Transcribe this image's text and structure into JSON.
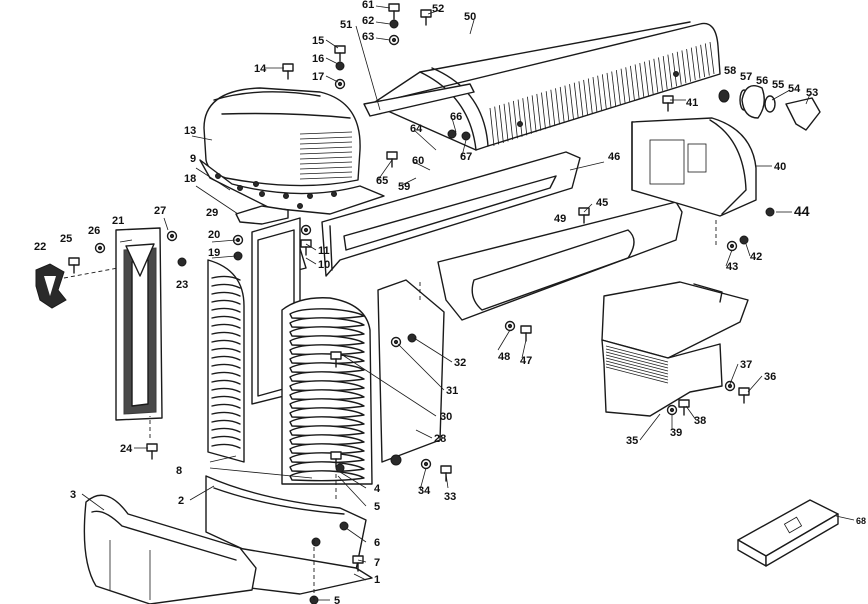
{
  "callouts": [
    {
      "id": "c1",
      "text": "1"
    },
    {
      "id": "c2",
      "text": "2"
    },
    {
      "id": "c3",
      "text": "3"
    },
    {
      "id": "c4",
      "text": "4"
    },
    {
      "id": "c5a",
      "text": "5"
    },
    {
      "id": "c5b",
      "text": "5"
    },
    {
      "id": "c6",
      "text": "6"
    },
    {
      "id": "c7",
      "text": "7"
    },
    {
      "id": "c8",
      "text": "8"
    },
    {
      "id": "c9",
      "text": "9"
    },
    {
      "id": "c10",
      "text": "10"
    },
    {
      "id": "c11",
      "text": "11"
    },
    {
      "id": "c13",
      "text": "13"
    },
    {
      "id": "c14",
      "text": "14"
    },
    {
      "id": "c15",
      "text": "15"
    },
    {
      "id": "c16",
      "text": "16"
    },
    {
      "id": "c17",
      "text": "17"
    },
    {
      "id": "c18",
      "text": "18"
    },
    {
      "id": "c19",
      "text": "19"
    },
    {
      "id": "c20",
      "text": "20"
    },
    {
      "id": "c21",
      "text": "21"
    },
    {
      "id": "c22",
      "text": "22"
    },
    {
      "id": "c23",
      "text": "23"
    },
    {
      "id": "c24",
      "text": "24"
    },
    {
      "id": "c25",
      "text": "25"
    },
    {
      "id": "c26",
      "text": "26"
    },
    {
      "id": "c27",
      "text": "27"
    },
    {
      "id": "c28",
      "text": "28"
    },
    {
      "id": "c29",
      "text": "29"
    },
    {
      "id": "c30",
      "text": "30"
    },
    {
      "id": "c31",
      "text": "31"
    },
    {
      "id": "c32",
      "text": "32"
    },
    {
      "id": "c33",
      "text": "33"
    },
    {
      "id": "c34",
      "text": "34"
    },
    {
      "id": "c35",
      "text": "35"
    },
    {
      "id": "c36",
      "text": "36"
    },
    {
      "id": "c37",
      "text": "37"
    },
    {
      "id": "c38",
      "text": "38"
    },
    {
      "id": "c39",
      "text": "39"
    },
    {
      "id": "c40",
      "text": "40"
    },
    {
      "id": "c41",
      "text": "41"
    },
    {
      "id": "c42",
      "text": "42"
    },
    {
      "id": "c43",
      "text": "43"
    },
    {
      "id": "c44",
      "text": "44"
    },
    {
      "id": "c45",
      "text": "45"
    },
    {
      "id": "c46",
      "text": "46"
    },
    {
      "id": "c47",
      "text": "47"
    },
    {
      "id": "c48",
      "text": "48"
    },
    {
      "id": "c49",
      "text": "49"
    },
    {
      "id": "c50",
      "text": "50"
    },
    {
      "id": "c51",
      "text": "51"
    },
    {
      "id": "c52",
      "text": "52"
    },
    {
      "id": "c53",
      "text": "53"
    },
    {
      "id": "c54",
      "text": "54"
    },
    {
      "id": "c55",
      "text": "55"
    },
    {
      "id": "c56",
      "text": "56"
    },
    {
      "id": "c57",
      "text": "57"
    },
    {
      "id": "c58",
      "text": "58"
    },
    {
      "id": "c59",
      "text": "59"
    },
    {
      "id": "c60",
      "text": "60"
    },
    {
      "id": "c61",
      "text": "61"
    },
    {
      "id": "c62",
      "text": "62"
    },
    {
      "id": "c63",
      "text": "63"
    },
    {
      "id": "c64",
      "text": "64"
    },
    {
      "id": "c65",
      "text": "65"
    },
    {
      "id": "c66",
      "text": "66"
    },
    {
      "id": "c67",
      "text": "67"
    },
    {
      "id": "c68",
      "text": "68"
    }
  ]
}
